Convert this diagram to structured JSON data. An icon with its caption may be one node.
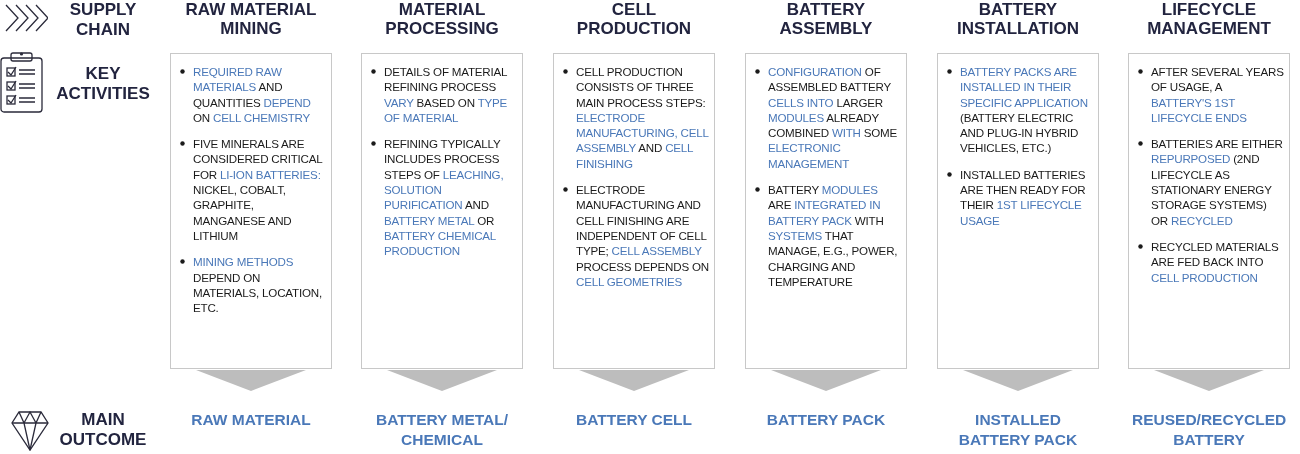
{
  "diagram": {
    "nodes": [
      {
        "text": [
          "RAW MATERIAL MINING",
          "*REQUIRED RAW MATERIALS* AND QUANTITIES *DEPEND* ON *CELL CHEMISTRY*",
          "FIVE MINERALS ARE CONSIDERED CRITICAL FOR *LI-ION BATTERIES:* NICKEL, COBALT, GRAPHITE, MANGANESE AND LITHIUM",
          "*MINING METHODS* DEPEND ON MATERIALS, LOCATION, ETC."
        ]
      },
      {
        "text": [
          "RAW MATERIAL"
        ]
      },
      {
        "text": [
          "MATERIAL PROCESSING",
          "DETAILS OF MATERIAL REFINING PROCESS *VARY* BASED ON *TYPE OF MATERIAL*",
          "REFINING TYPICALLY INCLUDES PROCESS STEPS OF *LEACHING, SOLUTION PURIFICATION* AND *BATTERY METAL* OR *BATTERY CHEMICAL PRODUCTION*"
        ]
      },
      {
        "text": [
          "BATTERY METAL/ CHEMICAL"
        ]
      },
      {
        "text": [
          "CELL PRODUCTION",
          "CELL PRODUCTION CONSISTS OF THREE MAIN PROCESS STEPS: *ELECTRODE MANUFACTURING, CELL ASSEMBLY* AND *CELL FINISHING*",
          "ELECTRODE MANUFACTURING AND CELL FINISHING ARE INDEPENDENT OF CELL TYPE; *CELL ASSEMBLY* PROCESS DEPENDS ON *CELL GEOMETRIES*"
        ]
      },
      {
        "text": [
          "BATTERY CELL"
        ]
      },
      {
        "text": [
          "BATTERY ASSEMBLY",
          "*CONFIGURATION* OF ASSEMBLED BATTERY *CELLS INTO* LARGER *MODULES* ALREADY COMBINED *WITH* SOME *ELECTRONIC MANAGEMENT*",
          "BATTERY *MODULES* ARE *INTEGRATED IN BATTERY PACK* WITH *SYSTEMS* THAT MANAGE, E.G., POWER, CHARGING AND TEMPERATURE"
        ]
      },
      {
        "text": [
          "BATTERY PACK"
        ]
      },
      {
        "text": [
          "BATTERY INSTALLATION",
          "*BATTERY PACKS ARE INSTALLED IN THEIR SPECIFIC APPLICATION* (BATTERY ELECTRIC AND PLUG-IN HYBRID VEHICLES, ETC.)",
          "INSTALLED BATTERIES ARE THEN READY FOR THEIR *1ST LIFECYCLE USAGE*"
        ]
      },
      {
        "text": [
          "INSTALLED BATTERY PACK"
        ]
      },
      {
        "text": [
          "LIFECYCLE MANAGEMENT",
          "AFTER SEVERAL YEARS OF USAGE, A *BATTERY'S 1ST LIFECYCLE ENDS*",
          "BATTERIES ARE EITHER *REPURPOSED* (2ND LIFECYCLE AS STATIONARY ENERGY STORAGE SYSTEMS) OR *RECYCLED*",
          "RECYCLED MATERIALS ARE FED BACK INTO *CELL PRODUCTION*"
        ]
      },
      {
        "text": [
          "REUSED/RECYCLED BATTERY"
        ]
      }
    ],
    "edges": [
      {
        "from": 0,
        "to": 1,
        "arrow": "to"
      },
      {
        "from": 2,
        "to": 3,
        "arrow": "to"
      },
      {
        "from": 4,
        "to": 5,
        "arrow": "to"
      },
      {
        "from": 6,
        "to": 7,
        "arrow": "to"
      },
      {
        "from": 8,
        "to": 9,
        "arrow": "to"
      },
      {
        "from": 10,
        "to": 11,
        "arrow": "to"
      }
    ],
    "labels": [
      "SUPPLY CHAIN",
      "KEY ACTIVITIES",
      "MAIN OUTCOME"
    ]
  }
}
